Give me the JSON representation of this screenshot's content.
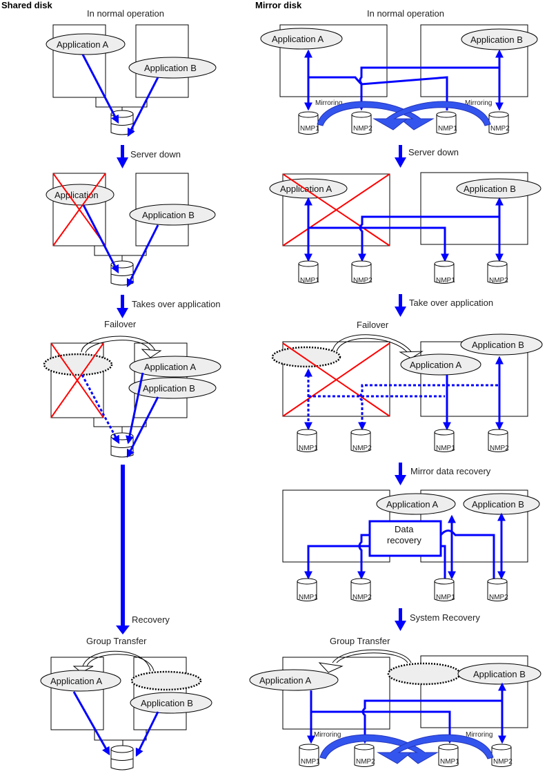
{
  "left_column": {
    "title": "Shared disk",
    "stages": [
      {
        "caption": "In normal operation",
        "apps": [
          "Application A",
          "Application B"
        ]
      },
      {
        "step": "Server down",
        "apps": [
          "Application",
          "Application B"
        ]
      },
      {
        "step": "Takes over application",
        "caption": "Failover",
        "apps": [
          "Application A",
          "Application B"
        ]
      },
      {
        "step": "Recovery",
        "caption": "Group Transfer",
        "apps": [
          "Application A",
          "Application B"
        ]
      }
    ]
  },
  "right_column": {
    "title": "Mirror disk",
    "stages": [
      {
        "caption": "In normal operation",
        "apps": [
          "Application A",
          "Application B"
        ],
        "mirroring": [
          "Mirroring",
          "Mirroring"
        ]
      },
      {
        "step": "Server down",
        "apps": [
          "Application A",
          "Application B"
        ]
      },
      {
        "step": "Take over application",
        "caption": "Failover",
        "apps": [
          "Application A",
          "Application B"
        ]
      },
      {
        "step": "Mirror data recovery",
        "apps": [
          "Application A",
          "Application B"
        ],
        "recovery_box": [
          "Data",
          "recovery"
        ]
      },
      {
        "step": "System Recovery",
        "caption": "Group Transfer",
        "apps": [
          "Application A",
          "Application B"
        ],
        "mirroring": [
          "Mirroring",
          "Mirroring"
        ]
      }
    ],
    "disks": [
      "NMP1",
      "NMP2",
      "NMP1",
      "NMP2"
    ]
  },
  "colors": {
    "link": "#0000ff",
    "failure": "#ff0000",
    "app_fill": "#eeeeee"
  }
}
